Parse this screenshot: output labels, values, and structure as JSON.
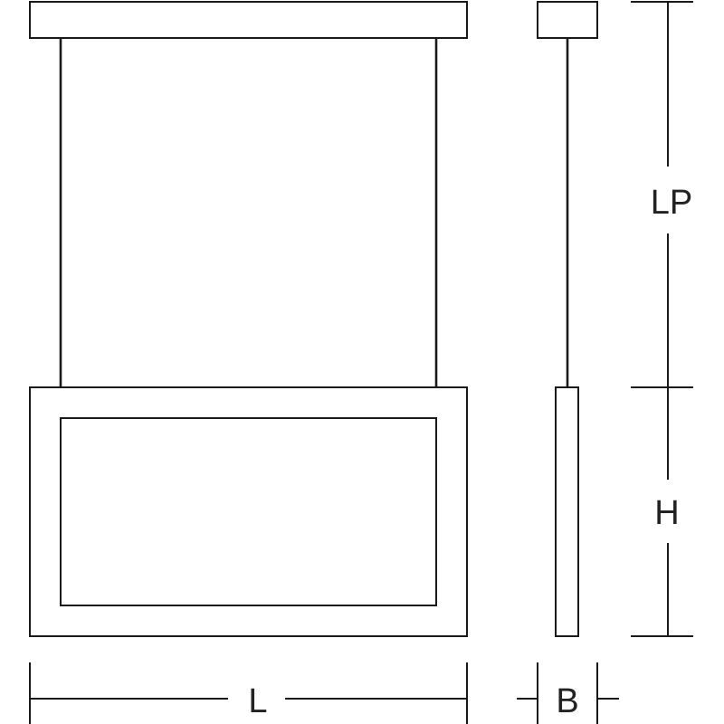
{
  "diagram": {
    "labels": {
      "length": "L",
      "width": "B",
      "pendant_length": "LP",
      "height": "H"
    },
    "colors": {
      "line": "#1a1a1a",
      "text": "#222222",
      "background": "#ffffff"
    }
  }
}
